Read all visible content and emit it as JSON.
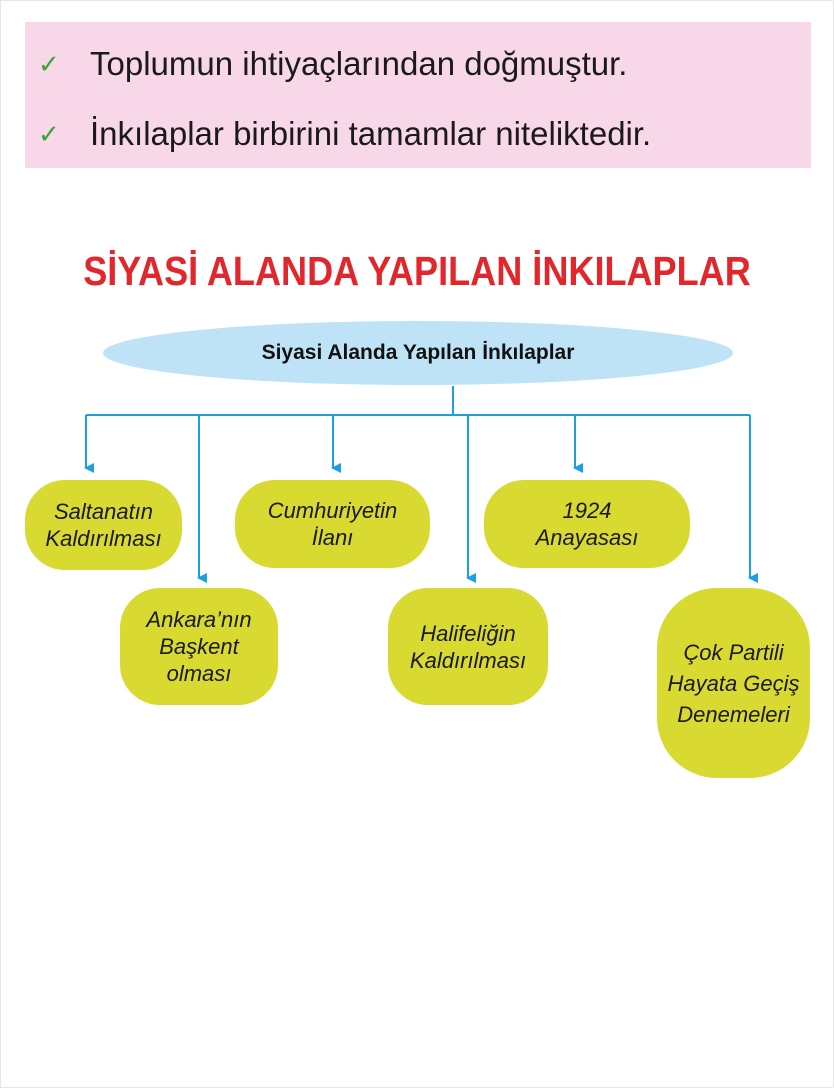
{
  "principles": [
    {
      "icon": "check-icon",
      "text": "Toplumun ihtiyaçlarından doğmuştur."
    },
    {
      "icon": "check-icon",
      "text": "İnkılaplar birbirini tamamlar niteliktedir."
    }
  ],
  "section_title": "SİYASİ ALANDA YAPILAN İNKILAPLAR",
  "diagram": {
    "root": "Siyasi Alanda Yapılan İnkılaplar",
    "nodes": [
      "Saltanatın Kaldırılması",
      "Ankara’nın Başkent olması",
      "Cumhuriyetin İlanı",
      "Halifeliğin Kaldırılması",
      "1924 Anayasası",
      "Çok Partili Hayata Geçiş Denemeleri"
    ]
  },
  "colors": {
    "accent_blue": "#1ba1e2",
    "node_fill": "#d8d931",
    "title_red": "#e1262c",
    "banner_pink": "#f8d7e8"
  }
}
